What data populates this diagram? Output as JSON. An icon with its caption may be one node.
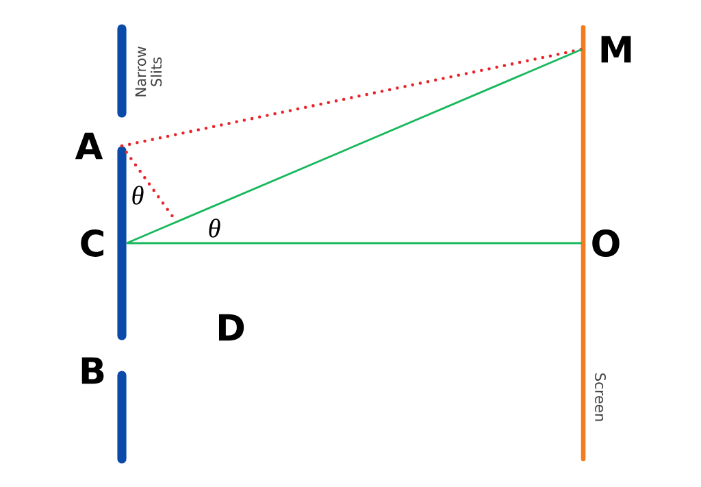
{
  "diagram": {
    "nodes": [
      {
        "text": [
          "A"
        ]
      },
      {
        "text": [
          "C"
        ]
      },
      {
        "text": [
          "M"
        ]
      },
      {
        "text": [
          "O"
        ]
      }
    ],
    "edges": [
      {
        "from": 0,
        "to": 2,
        "arrow": "none",
        "style": "dashed",
        "color": "#e8242b"
      },
      {
        "from": 0,
        "to": null,
        "arrow": "none",
        "style": "dashed",
        "color": "#e8242b"
      },
      {
        "from": 1,
        "to": 2,
        "arrow": "none",
        "color": "#18b85c"
      },
      {
        "from": 1,
        "to": 3,
        "arrow": "none",
        "color": "#18b85c"
      }
    ],
    "labels": [
      "Narrow Slits",
      "θ",
      "θ",
      "D",
      "B",
      "Screen"
    ]
  }
}
